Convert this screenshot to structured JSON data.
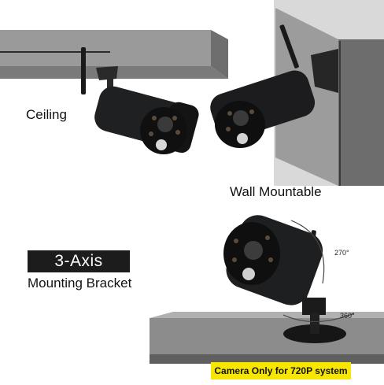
{
  "captions": {
    "ceiling": "Ceiling",
    "wall": "Wall Mountable",
    "axis_title": "3-Axis",
    "axis_subtitle": "Mounting Bracket"
  },
  "angles": {
    "vertical": "270°",
    "horizontal": "360°"
  },
  "badge": {
    "text": "Camera Only for 720P system"
  },
  "colors": {
    "ceiling_gray": "#808080",
    "wall_gray": "#7f7f7f",
    "camera_body": "#1f2022",
    "badge_yellow": "#f6e600",
    "label_bg": "#1c1c1c"
  }
}
